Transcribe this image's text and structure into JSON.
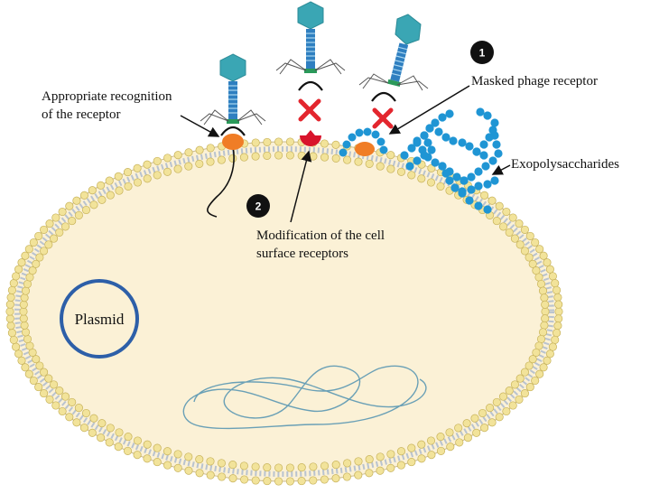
{
  "labels": {
    "recognition_line1": "Appropriate recognition",
    "recognition_line2": "of the receptor",
    "masked": "Masked phage receptor",
    "modification_line1": "Modification of the cell",
    "modification_line2": "surface receptors",
    "exopolysaccharides": "Exopolysaccharides",
    "plasmid": "Plasmid"
  },
  "markers": {
    "one": "1",
    "two": "2"
  },
  "colors": {
    "cytoplasm": "#fbf1d6",
    "lipid_head": "#f2e39a",
    "phage_capsid": "#3aa6b4",
    "phage_tail": "#2f7fc0",
    "receptor": "#f07d26",
    "modified_receptor": "#d8142c",
    "blocked_x": "#e3262e",
    "eps": "#1f95d4",
    "plasmid": "#2d5fa8",
    "chromosome": "#6aa0b6"
  }
}
